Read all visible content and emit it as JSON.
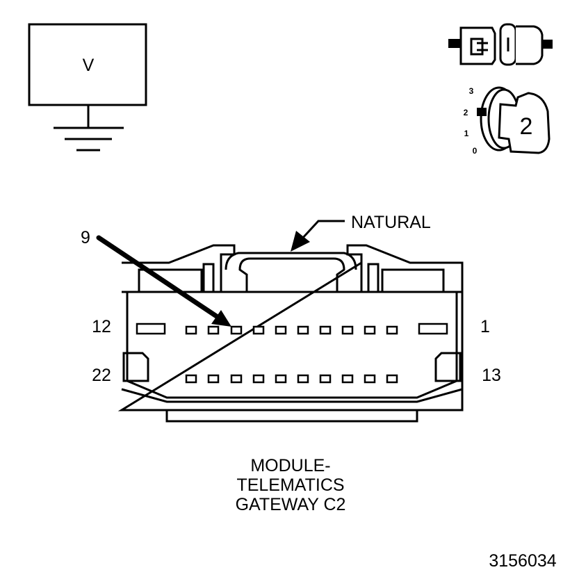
{
  "meter": {
    "symbol": "V"
  },
  "ignition": {
    "positions": [
      "3",
      "2",
      "1",
      "0"
    ],
    "key_position": "2"
  },
  "connector": {
    "color_label": "NATURAL",
    "pin_callout": "9",
    "pin_labels": {
      "top_left": "12",
      "top_right": "1",
      "bottom_left": "22",
      "bottom_right": "13"
    },
    "caption_lines": [
      "MODULE-",
      "TELEMATICS",
      "GATEWAY C2"
    ]
  },
  "figure_number": "3156034"
}
